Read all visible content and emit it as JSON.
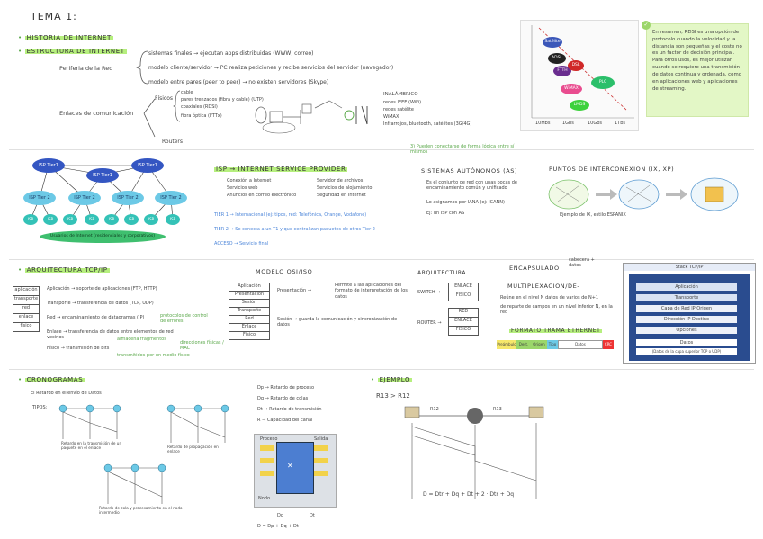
{
  "page_title": "TEMA 1:",
  "sections": {
    "historia": "HISTORIA DE INTERNET",
    "estructura": "ESTRUCTURA DE INTERNET",
    "arquitectura": "ARQUITECTURA TCP/IP",
    "cronogramas": "CRONOGRAMAS",
    "ejemplo": "EJEMPLO"
  },
  "estructura": {
    "periferia": "Periferia de la Red",
    "items": [
      "sistemas finales → ejecutan apps distribuidas (WWW, correo)",
      "modelo cliente/servidor → PC realiza peticiones y recibe servicios del servidor (navegador)",
      "modelo entre pares (peer to peer) → no existen servidores (Skype)"
    ],
    "enlaces": "Enlaces de comunicación",
    "medios_label": "Físicos",
    "medios": [
      "cable",
      "pares trenzados (fibra y cable) (UTP)",
      "coaxiales (RDSI)",
      "fibra óptica (FTTx)"
    ],
    "inalambrico_title": "INALÁMBRICO",
    "inalambrico": [
      "redes IEEE (WiFi)",
      "redes satélite",
      "WiMAX",
      "Infrarrojos, bluetooth, satélites (3G/4G)"
    ],
    "routers": "Routers"
  },
  "chart_labels": {
    "points": [
      "Satélite",
      "ADSL",
      "FTTH",
      "DSL",
      "WiMAX",
      "PLC",
      "LMDS"
    ],
    "xticks": [
      "10Mbs",
      "1Gbs",
      "10Gbs",
      "1Tbs"
    ]
  },
  "summary_note": "En resumen, RDSI es una opción de protocolo cuando la velocidad y la distancia son pequeñas y el coste no es un factor de decisión principal. Para otros usos, es mejor utilizar cuando se requiere una transmisión de datos continua y ordenada, como en aplicaciones web y aplicaciones de streaming.",
  "hierarchy": {
    "tier1": [
      "ISP Tier1",
      "ISP Tier1"
    ],
    "tier1b": "ISP Tier1",
    "tier2": [
      "ISP Tier 2",
      "ISP Tier 2",
      "ISP Tier 2",
      "ISP Tier 2"
    ],
    "local": [
      "ISP local",
      "ISP local",
      "ISP local",
      "ISP local",
      "ISP local",
      "ISP local",
      "ISP local",
      "ISP local"
    ],
    "bottom": "Usuarios de Internet (residenciales y corporativos)"
  },
  "isp": {
    "title": "ISP → INTERNET SERVICE PROVIDER",
    "left": [
      "Conexión a Internet",
      "Servicios web",
      "Anuncios en correo electrónico"
    ],
    "right": [
      "Servidor de archivos",
      "Servicios de alojamiento",
      "Seguridad en Internet"
    ],
    "tier": "TIER 1 → Internacional (ej: tipos, red: Telefónica, Orange, Vodafone)",
    "tier2": "TIER 2 → Se conecta a un T1 y que centralizan paquetes de otros Tier 2",
    "acceso": "ACCESO → Servicio final"
  },
  "autonomos": {
    "note": "3) Pueden conectarse de forma lógica entre sí mismos",
    "title": "SISTEMAS AUTÓNOMOS (AS)",
    "lines": [
      "Es el conjunto de red con unas pocas de encaminamiento común y unificado",
      "Lo asignamos por IANA (ej: ICANN)",
      "Ej: un ISP con AS"
    ]
  },
  "puntos": {
    "title": "PUNTOS DE INTERCONEXIÓN (IX, XP)",
    "caption": "Ejemplo de IX, estilo ESPANIX"
  },
  "arquitectura": {
    "layers": [
      "aplicación",
      "transporte",
      "red",
      "enlace",
      "físico"
    ],
    "items": [
      "Aplicación → soporte de aplicaciones (FTP, HTTP)",
      "Transporte → transferencia de datos (TCP, UDP)",
      "Red → encaminamiento de datagramas (IP)",
      "Enlace → transferencia de datos entre elementos de red vecinos",
      "Físico → transmisión de bits"
    ],
    "notes": [
      "protocolos de control de errores",
      "almacena fragmentos",
      "direcciones físicas / MAC",
      "transmitidos por un medio físico"
    ]
  },
  "osi": {
    "title": "MODELO OSI/ISO",
    "layers": [
      "Aplicación",
      "Presentación",
      "Sesión",
      "Transporte",
      "Red",
      "Enlace",
      "Físico"
    ],
    "pres": "Presentación →",
    "pres_note": "Permite a las aplicaciones del formato de interpretación de los datos",
    "sesion": "Sesión → guarda la comunicación y sincronización de datos"
  },
  "arq_sw": {
    "title": "ARQUITECTURA",
    "switch": "SWITCH →",
    "router": "ROUTER →",
    "sw_layers": [
      "ENLACE",
      "FÍSICO"
    ],
    "rt_layers": [
      "RED",
      "ENLACE",
      "FÍSICO"
    ]
  },
  "encap": {
    "title": "ENCAPSULADO",
    "side": "cabecera + datos",
    "mux_title": "MULTIPLEXACIÓN/DE-",
    "mux_lines": [
      "Reúne en el nivel N datos de varios de N+1",
      "de reparte de campos en un nivel inferior N, en la red"
    ],
    "frame_title": "FORMATO TRAMA ETHERNET",
    "frame": [
      "Preámbulo",
      "Dest.",
      "Origen",
      "Tipo",
      "Datos",
      "CRC"
    ]
  },
  "stack_img": {
    "header": "Stack TCP/IP",
    "rows": [
      "Aplicación",
      "Transporte",
      "Capa de Red IP Origen",
      "Dirección IP Destino",
      "Opciones",
      "Datos",
      "(Datos de la capa superior TCP o UDP)"
    ]
  },
  "crono": {
    "intro": "El Retardo en el envío de Datos",
    "capt1": "Retardo en la transmisión de un paquete en el enlace",
    "capt2": "Retardo de propagación en enlace",
    "capt3": "Retardo de cola y procesamiento en el nodo intermedio",
    "def": [
      "Dp → Retardo de proceso",
      "Dq → Retardo de colas",
      "Dt → Retardo de transmisión",
      "R → Capacidad del canal"
    ],
    "node_label": "Nodo",
    "formula": "D = Dp + Dq + Dt",
    "figure_labels": [
      "Proceso",
      "Salida",
      "Dq",
      "Dt"
    ]
  },
  "ejemplo": {
    "rel": "R13 > R12",
    "labels": [
      "R12",
      "R13"
    ],
    "formula": "D = Dtr + Dq + Dt + 2 · Dtr + Dq"
  },
  "colors": {
    "highlight": "#b6ef7e",
    "green_text": "#5aa84a",
    "blue_text": "#4d86d9",
    "note_bg": "#e3f7c6"
  }
}
